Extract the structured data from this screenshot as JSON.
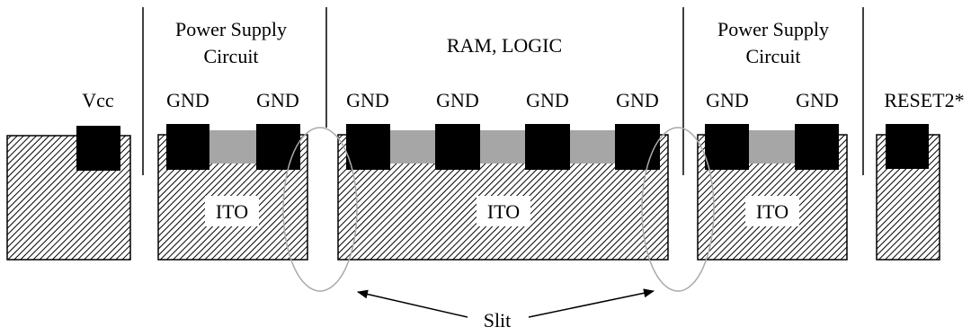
{
  "sections": {
    "power_left": {
      "line1": "Power Supply",
      "line2": "Circuit"
    },
    "ram_logic": "RAM, LOGIC",
    "power_right": {
      "line1": "Power Supply",
      "line2": "Circuit"
    }
  },
  "pins": {
    "vcc": "Vcc",
    "gnd": [
      "GND",
      "GND",
      "GND",
      "GND",
      "GND",
      "GND",
      "GND",
      "GND"
    ],
    "reset": "RESET2*"
  },
  "ito_labels": [
    "ITO",
    "ITO",
    "ITO"
  ],
  "slit_label": "Slit",
  "colors": {
    "pad": "#000000",
    "bridge": "#a6a6a6",
    "hatch": "#000000",
    "slit_ellipse": "#aaaaaa"
  }
}
